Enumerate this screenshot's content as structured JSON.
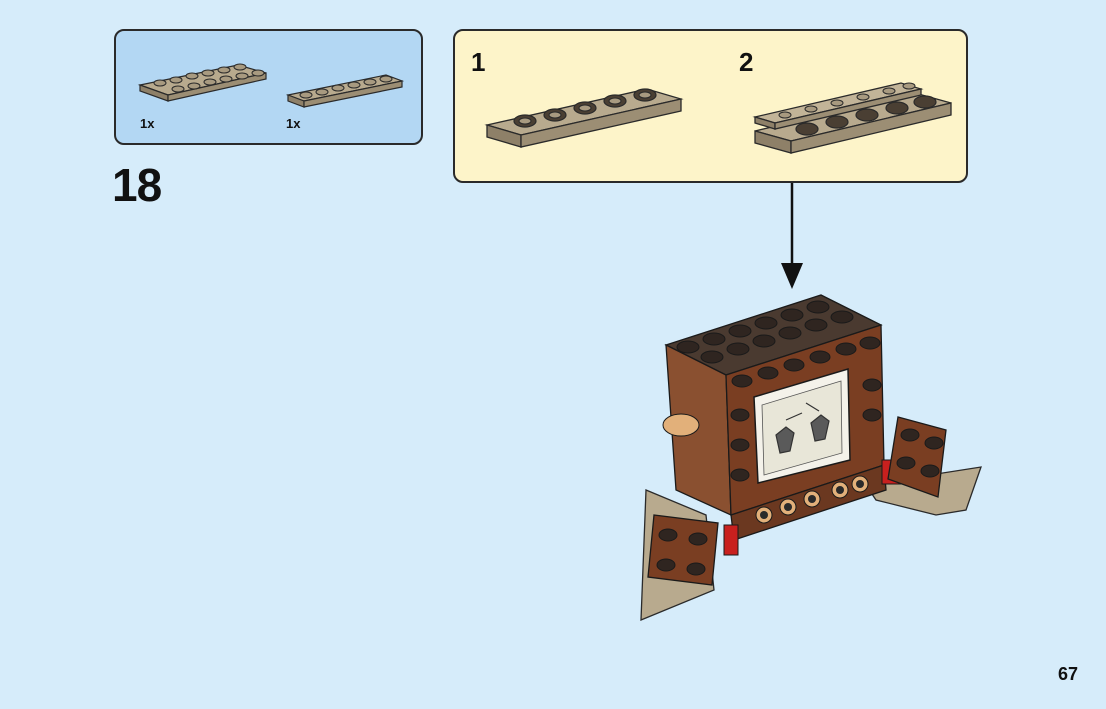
{
  "parts": {
    "items": [
      {
        "quantity": "1x",
        "part": "plate-2x6-dark-tan-icon"
      },
      {
        "quantity": "1x",
        "part": "plate-1x6-dark-tan-icon"
      }
    ]
  },
  "step": {
    "number": "18"
  },
  "substeps": [
    {
      "number": "1"
    },
    {
      "number": "2"
    }
  ],
  "page": {
    "number": "67"
  },
  "colors": {
    "background": "#d6ecfa",
    "parts_box": "#b3d7f3",
    "substep_box": "#fdf4c9",
    "dark_tan": "#a89a80",
    "reddish_brown": "#7a3e22",
    "dark_brown": "#3a2a22",
    "red": "#c8201e"
  }
}
